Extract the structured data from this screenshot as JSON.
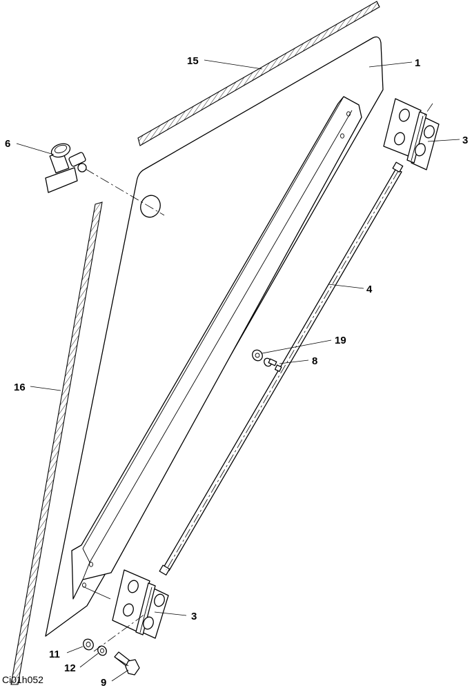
{
  "figure_id": "Ci01h052",
  "callouts": {
    "c1": "1",
    "c3_top": "3",
    "c3_bottom": "3",
    "c4": "4",
    "c6": "6",
    "c8": "8",
    "c9": "9",
    "c11": "11",
    "c12": "12",
    "c15": "15",
    "c16": "16",
    "c19": "19"
  }
}
